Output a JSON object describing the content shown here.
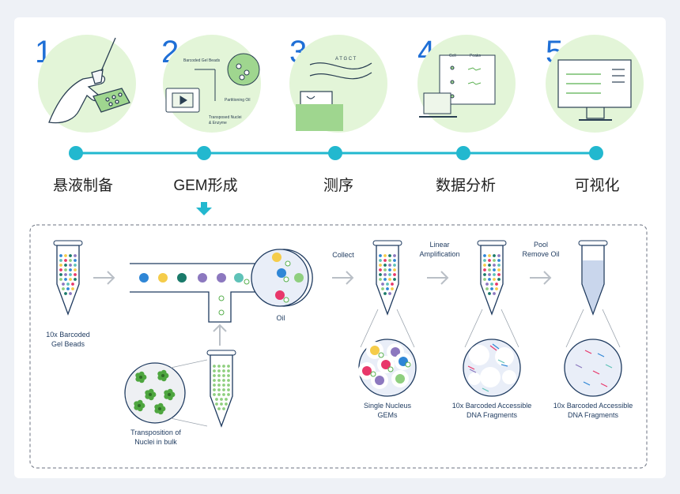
{
  "steps": [
    {
      "number": "1",
      "label": "悬液制备"
    },
    {
      "number": "2",
      "label": "GEM形成"
    },
    {
      "number": "3",
      "label": "测序"
    },
    {
      "number": "4",
      "label": "数据分析"
    },
    {
      "number": "5",
      "label": "可视化"
    }
  ],
  "illustration_text": {
    "barcoded_gel_beads": "Barcoded Gel Beads",
    "partitioning_oil": "Partitioning Oil",
    "transposed_nuclei": "Transposed Nuclei",
    "and_enzyme": "& Enzyme",
    "seq_letters": "A T G C T",
    "cell": "Cell",
    "peaks": "Peaks"
  },
  "workflow": {
    "gel_beads_label_1": "10x Barcoded",
    "gel_beads_label_2": "Gel Beads",
    "oil_label": "Oil",
    "transposition_label_1": "Transposition of",
    "transposition_label_2": "Nuclei in bulk",
    "collect_label": "Collect",
    "linear_label_1": "Linear",
    "linear_label_2": "Amplification",
    "pool_label_1": "Pool",
    "pool_label_2": "Remove Oil",
    "gems_label_1": "Single Nucleus",
    "gems_label_2": "GEMs",
    "fragments_label_1": "10x Barcoded Accessible",
    "fragments_label_2": "DNA Fragments",
    "fragments2_label_1": "10x Barcoded Accessible",
    "fragments2_label_2": "DNA Fragments"
  },
  "colors": {
    "step_number": "#1f6fd6",
    "timeline": "#22b8cf",
    "circle_bg": "#e3f5d8",
    "bead_colors": [
      "#2f86d6",
      "#f5cc4a",
      "#1a7a6a",
      "#8c78bf",
      "#5fc2b8",
      "#e8376a",
      "#8fcf7f"
    ]
  }
}
